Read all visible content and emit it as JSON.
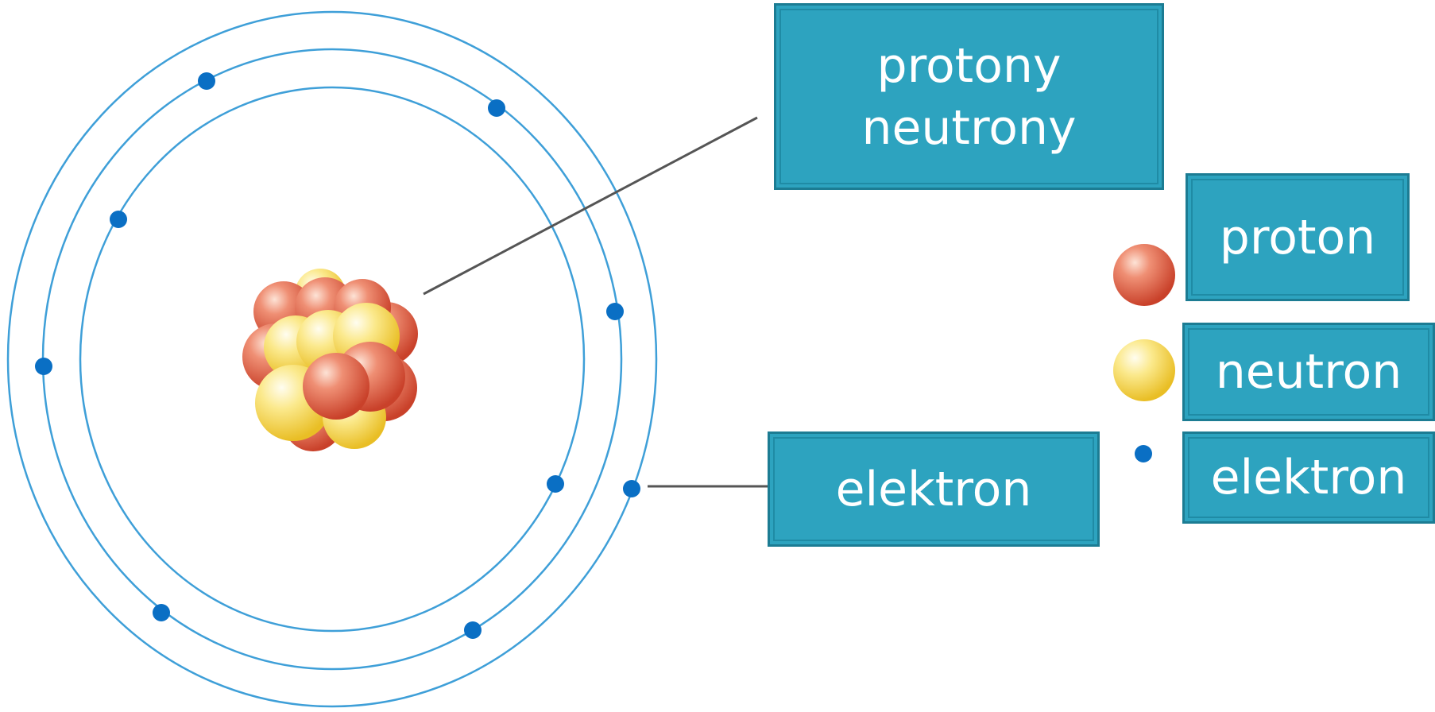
{
  "labels": {
    "nucleus_line1": "protony",
    "nucleus_line2": "neutrony",
    "electron": "elektron"
  },
  "legend": [
    {
      "key": "proton",
      "label": "proton"
    },
    {
      "key": "neutron",
      "label": "neutron"
    },
    {
      "key": "elektron",
      "label": "elektron"
    }
  ],
  "colors": {
    "box_fill": "#2da3bf",
    "box_border": "#1c7c93",
    "orbit": "#3e9fd8",
    "electron": "#0a6fc4",
    "proton": "#e0634a",
    "neutron": "#f6d34a",
    "leader_line": "#555555"
  },
  "icons": {
    "proton": "red-sphere",
    "neutron": "yellow-sphere",
    "electron": "blue-dot"
  }
}
